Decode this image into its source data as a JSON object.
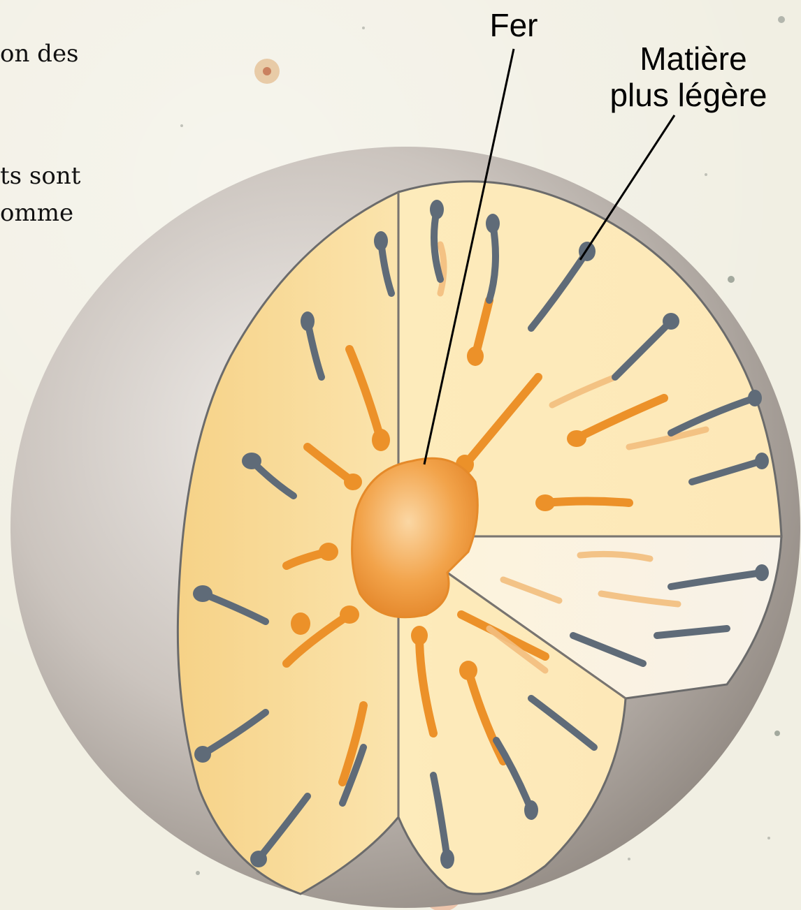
{
  "fragments": {
    "line1": "on des",
    "line2": "ts sont",
    "line3": "omme"
  },
  "labels": {
    "iron": "Fer",
    "light_line1": "Matière",
    "light_line2": "plus légère"
  },
  "colors": {
    "background": "#f1efe3",
    "shell": "#bdb5ad",
    "interior": "#fbe6b4",
    "core": "#f2a34a",
    "light_matter_streaks": "#5f6b78",
    "iron_streaks": "#ec9129"
  }
}
